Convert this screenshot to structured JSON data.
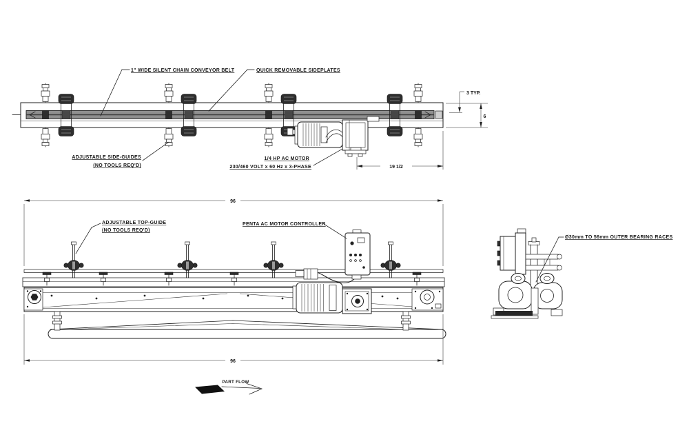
{
  "colors": {
    "background": "#ffffff",
    "ink": "#1f1f1f",
    "belt_fill": "#8f8f8f"
  },
  "plan_view": {
    "belt_label": "1\" WIDE SILENT CHAIN CONVEYOR BELT",
    "sideplates_label": "QUICK REMOVABLE SIDEPLATES",
    "side_guides_label_line1": "ADJUSTABLE SIDE-GUIDES",
    "side_guides_label_line2": "(NO TOOLS REQ'D)",
    "motor_label_line1": "1/4 HP AC MOTOR",
    "motor_label_line2": "230/460 VOLT x 60 Hz x 3-PHASE",
    "dim_belt_inset": "3 TYP.",
    "dim_rail_width": "6",
    "dim_drive_overhang": "19 1/2"
  },
  "elevation_view": {
    "top_guide_label_line1": "ADJUSTABLE TOP-GUIDE",
    "top_guide_label_line2": "(NO TOOLS REQ'D)",
    "controller_label": "PENTA AC MOTOR CONTROLLER",
    "dim_overall_top": "96",
    "dim_overall_bottom": "96"
  },
  "end_view": {
    "bearing_label": "Ø30mm TO 56mm OUTER BEARING RACES"
  },
  "flow": {
    "part_flow_label": "PART FLOW"
  }
}
